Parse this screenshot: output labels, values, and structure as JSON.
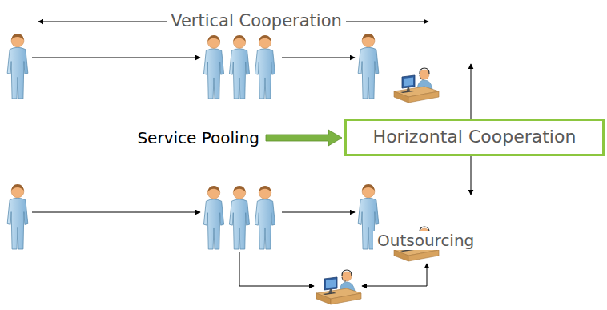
{
  "diagram": {
    "nodes": [
      {
        "text": [
          "Horizontal Cooperation"
        ]
      }
    ],
    "labels": [
      "Vertical Cooperation",
      "Service Pooling",
      "Outsourcing"
    ]
  }
}
